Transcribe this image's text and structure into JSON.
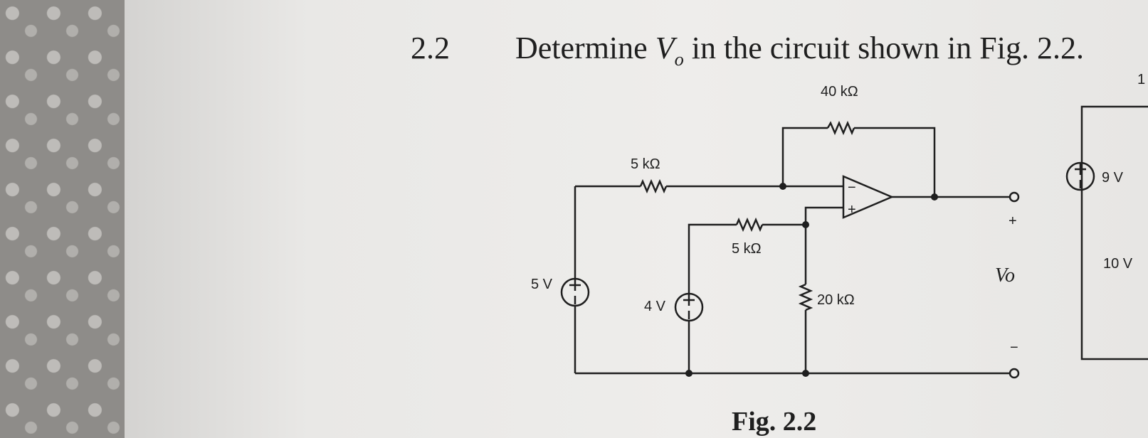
{
  "problem": {
    "number": "2.2",
    "text_prefix": "Determine ",
    "variable": "V",
    "variable_sub": "o",
    "text_suffix": " in the circuit shown in Fig. 2.2."
  },
  "figure": {
    "caption": "Fig. 2.2",
    "labels": {
      "r_feedback": "40 kΩ",
      "r_input": "5 kΩ",
      "r_noninv": "5 kΩ",
      "r_ground": "20 kΩ",
      "source_5v": "5 V",
      "source_4v": "4 V",
      "opamp_minus": "−",
      "opamp_plus": "+",
      "out_plus": "+",
      "out_minus": "−",
      "vo": "Vo"
    }
  },
  "adjacent_figure_partial": {
    "top_label": "1",
    "source_9v": "9 V",
    "label_10v": "10 V"
  }
}
